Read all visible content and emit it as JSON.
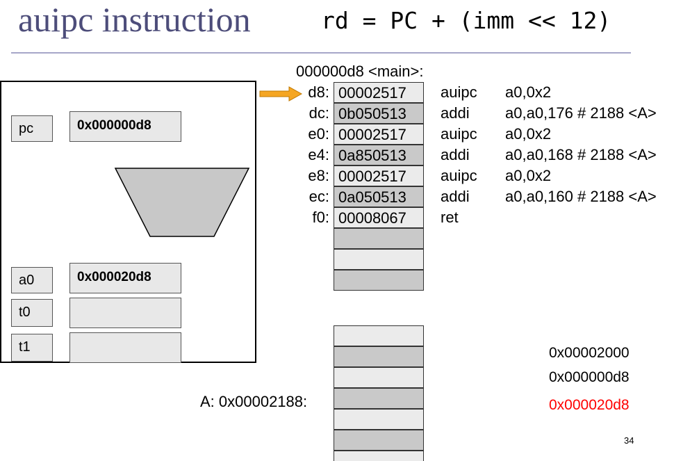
{
  "title": {
    "main": "auipc instruction",
    "formula": "rd = PC + (imm << 12)"
  },
  "header_label": "000000d8 <main>:",
  "registers": [
    {
      "name": "pc",
      "value": "0x000000d8"
    },
    {
      "name": "a0",
      "value": "0x000020d8"
    },
    {
      "name": "t0",
      "value": ""
    },
    {
      "name": "t1",
      "value": ""
    }
  ],
  "instructions": [
    {
      "addr": "d8:",
      "hex": "00002517",
      "mnemonic": "auipc",
      "operands": "a0,0x2"
    },
    {
      "addr": "dc:",
      "hex": "0b050513",
      "mnemonic": "addi",
      "operands": "a0,a0,176 # 2188 <A>"
    },
    {
      "addr": "e0:",
      "hex": "00002517",
      "mnemonic": "auipc",
      "operands": "a0,0x2"
    },
    {
      "addr": "e4:",
      "hex": "0a850513",
      "mnemonic": "addi",
      "operands": "a0,a0,168 # 2188 <A>"
    },
    {
      "addr": "e8:",
      "hex": "00002517",
      "mnemonic": "auipc",
      "operands": "a0,0x2"
    },
    {
      "addr": "ec:",
      "hex": "0a050513",
      "mnemonic": "addi",
      "operands": "a0,a0,160 # 2188 <A>"
    },
    {
      "addr": "f0:",
      "hex": "00008067",
      "mnemonic": "ret",
      "operands": ""
    }
  ],
  "data_label": "A:  0x00002188:",
  "computation": {
    "line1": "0x00002000",
    "line2": "0x000000d8",
    "result": "0x000020d8"
  },
  "colors": {
    "title": "#4d4d7a",
    "result": "#ff0000",
    "arrow": "#f5a623",
    "alu": "#c8c8c8"
  },
  "page_number": "34"
}
